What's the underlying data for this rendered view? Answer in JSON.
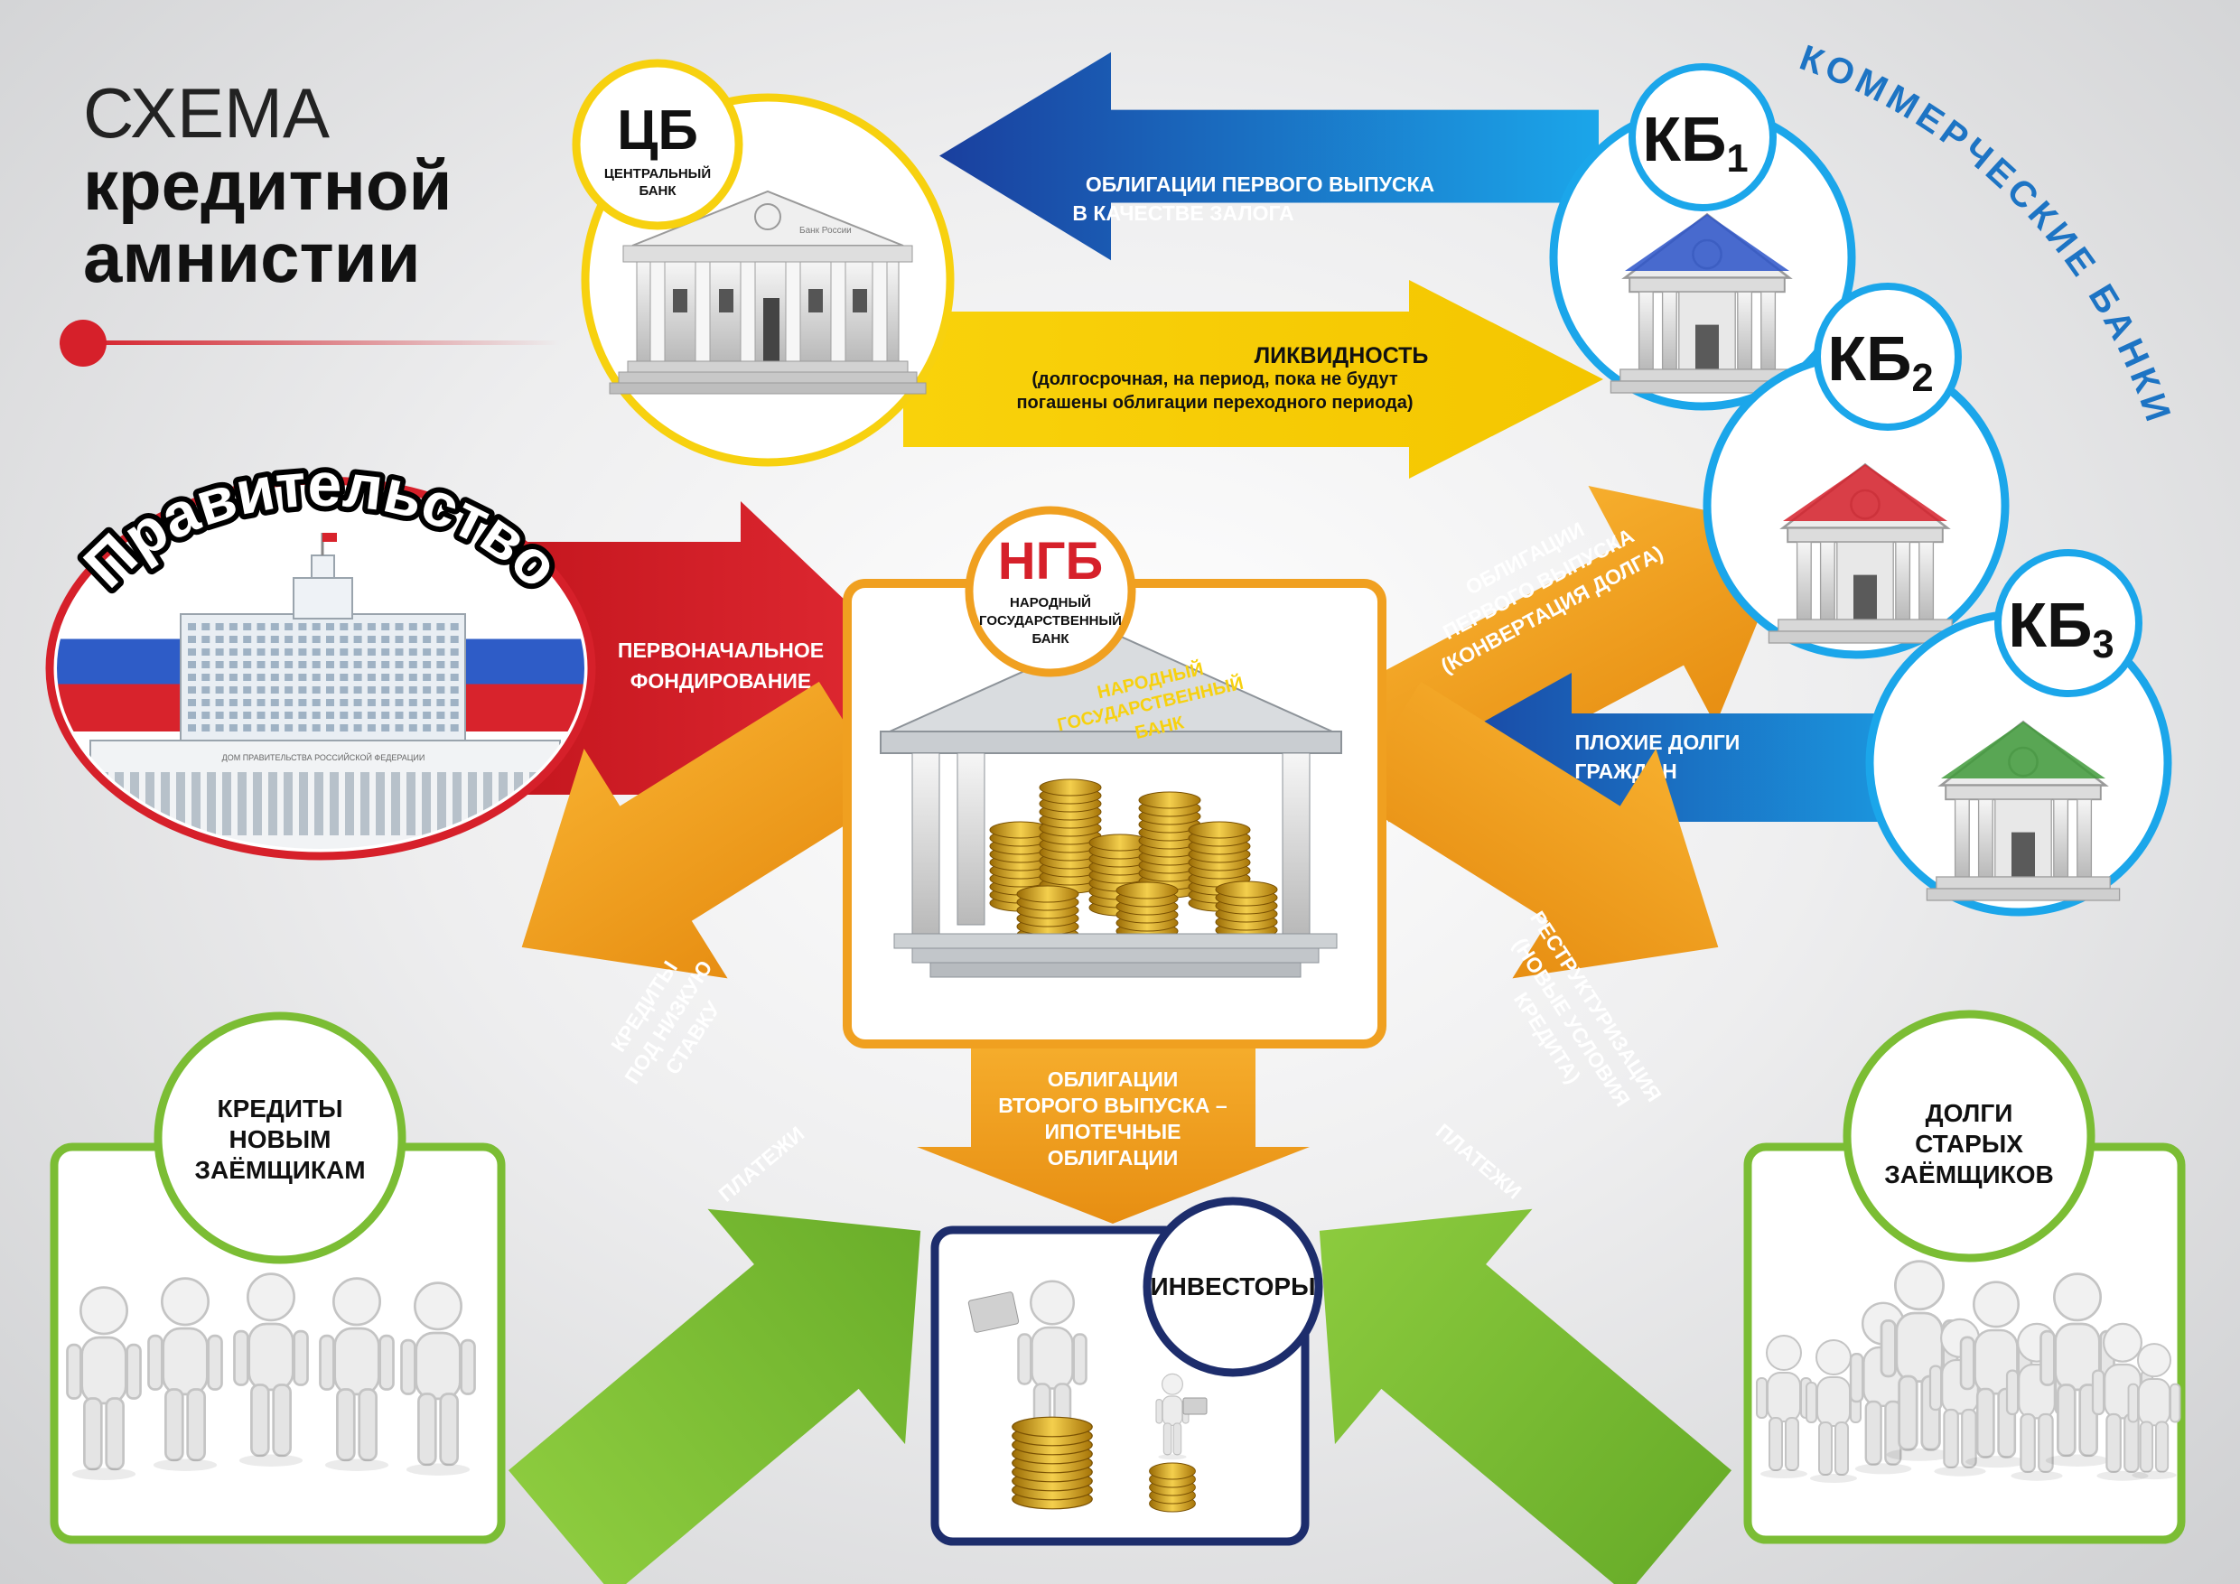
{
  "title": {
    "line1": "СХЕМА",
    "line2": "кредитной",
    "line3": "амнистии"
  },
  "colors": {
    "blue": "#1c8fe0",
    "dark_blue": "#1e4fa8",
    "yellow": "#f7d10f",
    "red": "#d6202a",
    "orange": "#f0a020",
    "green": "#7bbd34",
    "navy": "#1d2d6c"
  },
  "cb": {
    "abbr": "ЦБ",
    "line1": "ЦЕНТРАЛЬНЫЙ",
    "line2": "БАНК",
    "building_label": "Банк России"
  },
  "ngb": {
    "abbr": "НГБ",
    "line1": "НАРОДНЫЙ",
    "line2": "ГОСУДАРСТВЕННЫЙ",
    "line3": "БАНК",
    "pediment1": "НАРОДНЫЙ",
    "pediment2": "ГОСУДАРСТВЕННЫЙ",
    "pediment3": "БАНК"
  },
  "government": {
    "label": "Правительство",
    "building_sign": "ДОМ ПРАВИТЕЛЬСТВА РОССИЙСКОЙ ФЕДЕРАЦИИ"
  },
  "commercial_banks": {
    "arc_label": "КОММЕРЧЕСКИЕ БАНКИ",
    "items": [
      {
        "main": "КБ",
        "sub": "1"
      },
      {
        "main": "КБ",
        "sub": "2"
      },
      {
        "main": "КБ",
        "sub": "3"
      }
    ]
  },
  "arrows": {
    "bonds_collateral": {
      "line1": "ОБЛИГАЦИИ ПЕРВОГО ВЫПУСКА",
      "line2": "В КАЧЕСТВЕ ЗАЛОГА"
    },
    "liquidity": {
      "line1": "ЛИКВИДНОСТЬ",
      "line2": "(долгосрочная, на период, пока не будут",
      "line3": "погашены облигации переходного периода)"
    },
    "initial_funding": {
      "line1": "ПЕРВОНАЧАЛЬНОЕ",
      "line2": "ФОНДИРОВАНИЕ"
    },
    "bonds_first_issue": {
      "line1": "ОБЛИГАЦИИ",
      "line2": "ПЕРВОГО ВЫПУСКА",
      "line3": "(КОНВЕРТАЦИЯ ДОЛГА)"
    },
    "bad_debts": {
      "line1": "ПЛОХИЕ ДОЛГИ",
      "line2": "ГРАЖДАН"
    },
    "low_rate_credits": {
      "line1": "КРЕДИТЫ",
      "line2": "ПОД НИЗКУЮ",
      "line3": "СТАВКУ"
    },
    "restructuring": {
      "line1": "РЕСТРУКТУРИЗАЦИЯ",
      "line2": "(НОВЫЕ УСЛОВИЯ",
      "line3": "КРЕДИТА)"
    },
    "mortgage_bonds": {
      "line1": "ОБЛИГАЦИИ",
      "line2": "ВТОРОГО ВЫПУСКА –",
      "line3": "ИПОТЕЧНЫЕ",
      "line4": "ОБЛИГАЦИИ"
    },
    "payments_left": {
      "label": "ПЛАТЕЖИ"
    },
    "payments_right": {
      "label": "ПЛАТЕЖИ"
    }
  },
  "boxes": {
    "new_borrowers": {
      "line1": "КРЕДИТЫ",
      "line2": "НОВЫМ",
      "line3": "ЗАЁМЩИКАМ"
    },
    "old_borrowers": {
      "line1": "ДОЛГИ",
      "line2": "СТАРЫХ",
      "line3": "ЗАЁМЩИКОВ"
    },
    "investors": {
      "label": "ИНВЕСТОРЫ"
    }
  }
}
